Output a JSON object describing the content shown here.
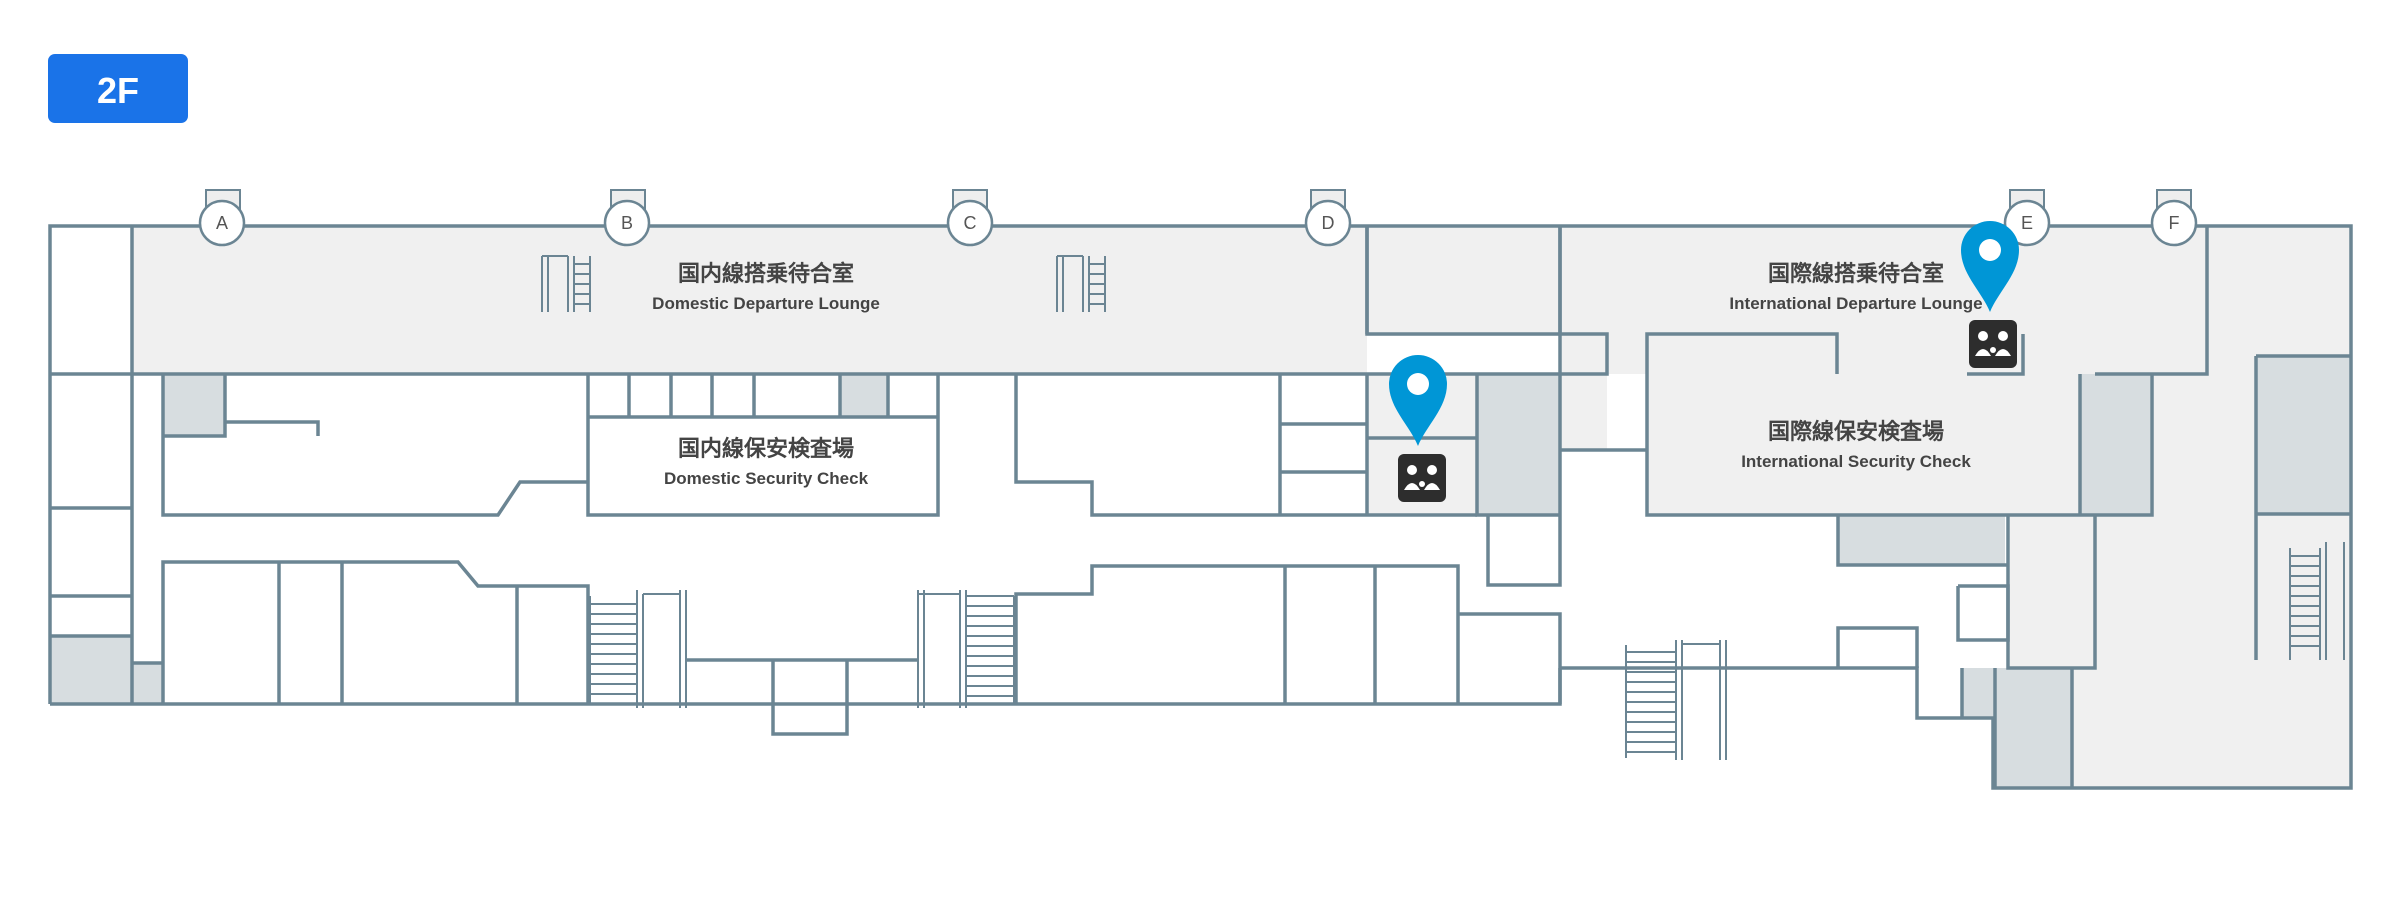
{
  "floor": {
    "label": "2F",
    "color": "#1a73e8"
  },
  "gates": [
    {
      "id": "A",
      "label": "A"
    },
    {
      "id": "B",
      "label": "B"
    },
    {
      "id": "C",
      "label": "C"
    },
    {
      "id": "D",
      "label": "D"
    },
    {
      "id": "E",
      "label": "E"
    },
    {
      "id": "F",
      "label": "F"
    }
  ],
  "areas": {
    "domestic_departure_lounge": {
      "jp": "国内線搭乗待合室",
      "en": "Domestic Departure Lounge"
    },
    "international_departure_lounge": {
      "jp": "国際線搭乗待合室",
      "en": "International Departure Lounge"
    },
    "domestic_security_check": {
      "jp": "国内線保安検査場",
      "en": "Domestic Security Check"
    },
    "international_security_check": {
      "jp": "国際線保安検査場",
      "en": "International Security Check"
    }
  },
  "markers": [
    {
      "name": "location-pin-1",
      "icon": "family-icon"
    },
    {
      "name": "location-pin-2",
      "icon": "family-icon"
    }
  ],
  "colors": {
    "wall": "#6b8593",
    "lounge_fill": "#f0f0f0",
    "restricted_fill": "#d7dde0",
    "pin": "#0096d6",
    "facility_icon": "#2d2d2d"
  }
}
